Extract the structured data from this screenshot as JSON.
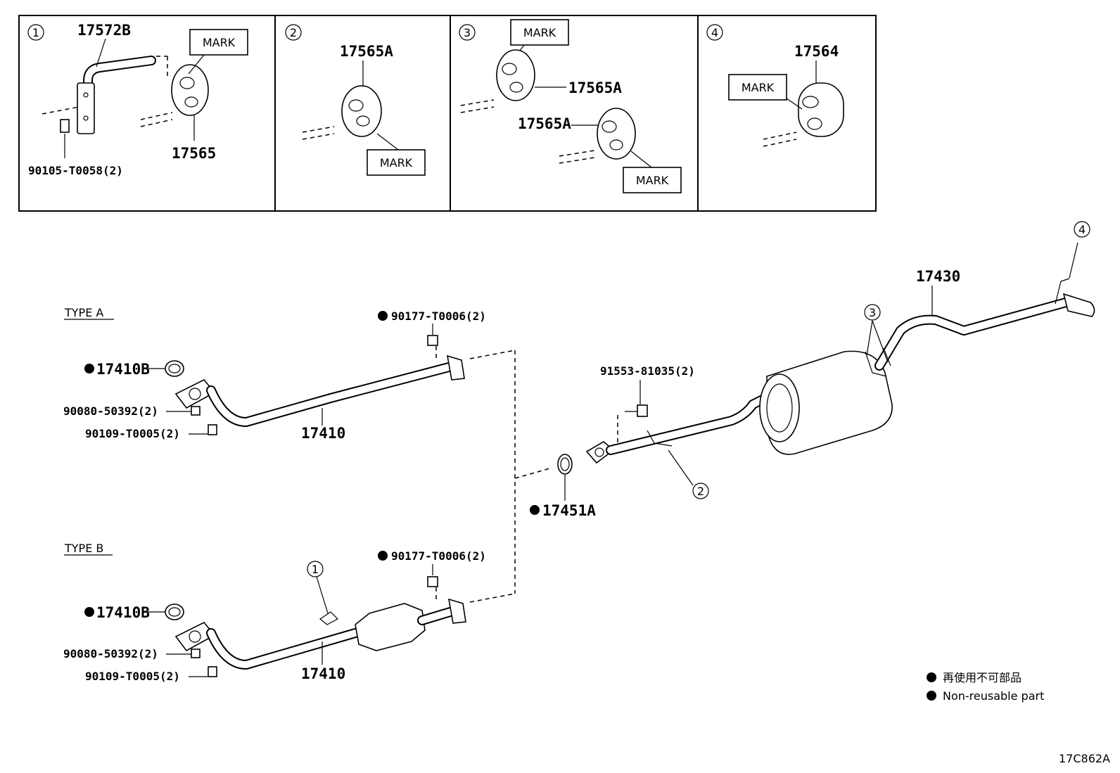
{
  "panels": [
    {
      "num": "1",
      "parts": [
        "17572B",
        "17565",
        "90105-T0058(2)"
      ],
      "mark": "MARK"
    },
    {
      "num": "2",
      "parts": [
        "17565A"
      ],
      "mark": "MARK"
    },
    {
      "num": "3",
      "parts": [
        "17565A",
        "17565A"
      ],
      "marks": [
        "MARK",
        "MARK"
      ]
    },
    {
      "num": "4",
      "parts": [
        "17564"
      ],
      "mark": "MARK"
    }
  ],
  "type_a": {
    "label": "TYPE A",
    "parts": {
      "gasket": "17410B",
      "stud": "90080-50392(2)",
      "bolt": "90109-T0005(2)",
      "nut": "90177-T0006(2)",
      "pipe": "17410"
    }
  },
  "type_b": {
    "label": "TYPE B",
    "parts": {
      "gasket": "17410B",
      "stud": "90080-50392(2)",
      "bolt": "90109-T0005(2)",
      "nut": "90177-T0006(2)",
      "pipe": "17410"
    },
    "callout": "1"
  },
  "center": {
    "gasket": "17451A"
  },
  "rear": {
    "bolt": "91553-81035(2)",
    "muffler": "17430",
    "callouts": [
      "2",
      "3",
      "4"
    ]
  },
  "legend": {
    "jp": "再使用不可部品",
    "en": "Non-reusable part"
  },
  "code": "17C862A"
}
